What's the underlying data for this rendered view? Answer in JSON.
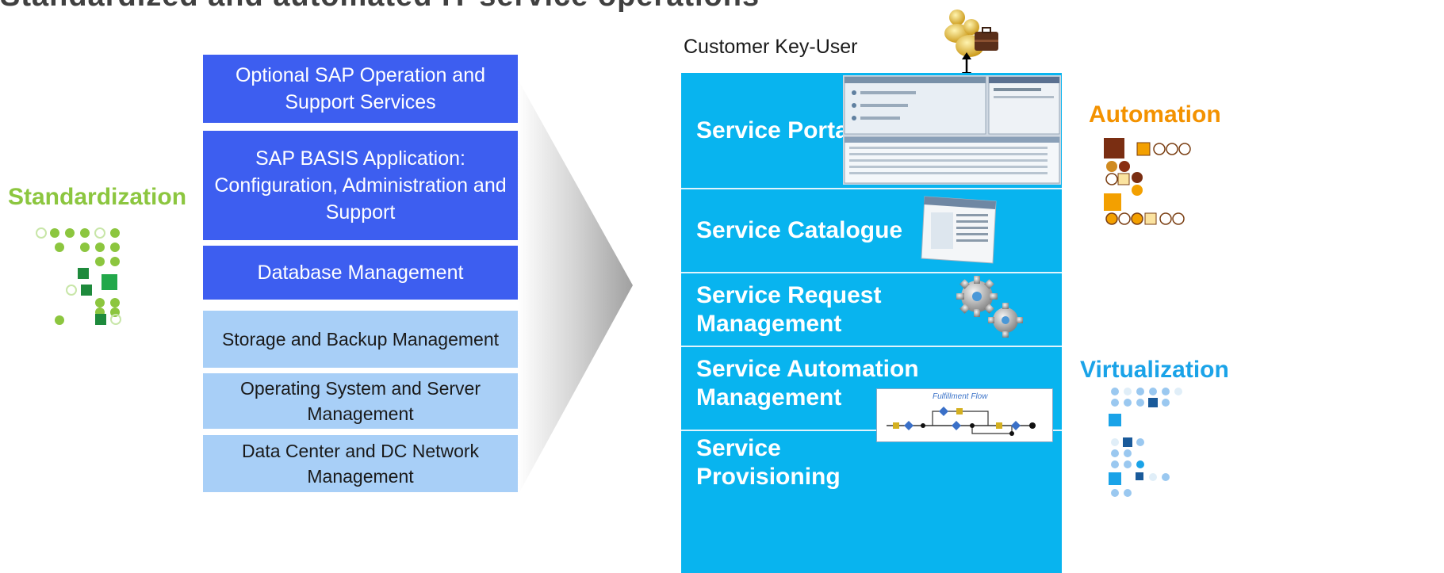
{
  "header": {
    "strip_text": "Standardized and automated IT service operations"
  },
  "left_stack": {
    "items": [
      {
        "label": "Optional SAP Operation  and Support Services",
        "style": "dark"
      },
      {
        "label": "SAP BASIS Application: Configuration, Administration and Support",
        "style": "dark"
      },
      {
        "label": "Database Management",
        "style": "dark"
      },
      {
        "label": "Storage and Backup Management",
        "style": "light"
      },
      {
        "label": "Operating System and Server Management",
        "style": "light"
      },
      {
        "label": "Data Center and DC Network Management",
        "style": "light"
      }
    ]
  },
  "labels": {
    "standardization": "Standardization",
    "automation": "Automation",
    "virtualization": "Virtualization",
    "customer_key_user": "Customer Key-User"
  },
  "right_stack": {
    "items": [
      {
        "label": "Service Portal",
        "icon": "portal-screenshot-icon"
      },
      {
        "label": "Service Catalogue",
        "icon": "catalogue-window-icon"
      },
      {
        "label": "Service Request Management",
        "icon": "gears-icon"
      },
      {
        "label": "Service Automation Management",
        "icon": "fulfillment-flow-icon"
      },
      {
        "label": "Service Provisioning",
        "icon": ""
      }
    ],
    "flow_caption": "Fulfillment Flow"
  },
  "colors": {
    "dark_blue": "#3d5ef0",
    "light_blue": "#a8cff7",
    "cyan": "#08b4ef",
    "standardization_green": "#8cc63f",
    "automation_orange": "#f39200",
    "virtualization_blue": "#1aa3e8"
  }
}
